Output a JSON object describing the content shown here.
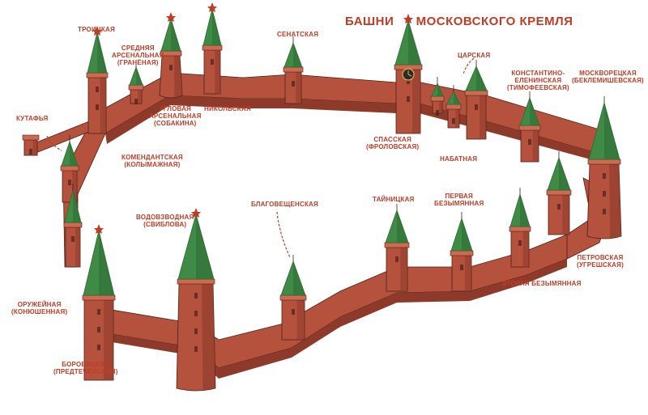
{
  "title": {
    "word1": "БАШНИ",
    "word2": "МОСКОВСКОГО КРЕМЛЯ"
  },
  "colors": {
    "wall": "#b5523d",
    "wall_dark": "#8e3a2b",
    "wall_light": "#cf6a52",
    "roof": "#3f8a45",
    "roof_dark": "#2b6a33",
    "label": "#c23b25",
    "outline": "#4a2018"
  },
  "labels": {
    "troitskaya": [
      "ТРОИЦКАЯ"
    ],
    "srednyaya": [
      "СРЕДНЯЯ",
      "АРСЕНАЛЬНАЯ",
      "(ГРАНЁНАЯ)"
    ],
    "senatskaya": [
      "СЕНАТСКАЯ"
    ],
    "tsarskaya": [
      "ЦАРСКАЯ"
    ],
    "konstantino": [
      "КОНСТАНТИНО-",
      "ЕЛЕНИНСКАЯ",
      "(ТИМОФЕЕВСКАЯ)"
    ],
    "moskvoretskaya": [
      "МОСКВОРЕЦКАЯ",
      "(БЕКЛЕМИШЕВСКАЯ)"
    ],
    "kutafya": [
      "КУТАФЬЯ"
    ],
    "uglovaya": [
      "УГЛОВАЯ",
      "АРСЕНАЛЬНАЯ",
      "(СОБАКИНА)"
    ],
    "nikolskaya": [
      "НИКОЛЬСКАЯ"
    ],
    "spasskaya": [
      "СПАССКАЯ",
      "(ФРОЛОВСКАЯ)"
    ],
    "nabatnaya": [
      "НАБАТНАЯ"
    ],
    "komendantskaya": [
      "КОМЕНДАНТСКАЯ",
      "(КОЛЫМАЖНАЯ)"
    ],
    "blagoveshchenskaya": [
      "БЛАГОВЕЩЕНСКАЯ"
    ],
    "taynitskaya": [
      "ТАЙНИЦКАЯ"
    ],
    "pervaya": [
      "ПЕРВАЯ",
      "БЕЗЫМЯННАЯ"
    ],
    "vodovzvodnaya": [
      "ВОДОВЗВОДНАЯ",
      "(СВИБЛОВА)"
    ],
    "petrovskaya": [
      "ПЕТРОВСКАЯ",
      "(УГРЕШСКАЯ)"
    ],
    "vtoraya": [
      "ВТОРАЯ БЕЗЫМЯННАЯ"
    ],
    "oruzheynaya": [
      "ОРУЖЕЙНАЯ",
      "(КОНЮШЕННАЯ)"
    ],
    "borovitskaya": [
      "БОРОВИЦКАЯ",
      "(ПРЕДТЕЧЕНСКАЯ)"
    ]
  }
}
